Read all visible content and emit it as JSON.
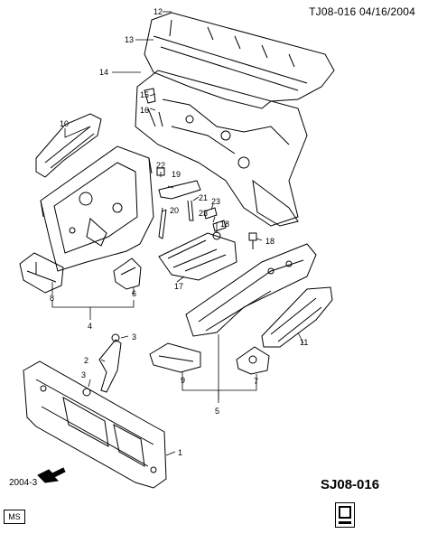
{
  "header": {
    "title": "TJ08-016  04/16/2004"
  },
  "footer": {
    "year_code": "2004-3",
    "diagram_code": "SJ08-016",
    "ms_label": "MS"
  },
  "callouts": [
    "1",
    "2",
    "3",
    "3",
    "4",
    "5",
    "6",
    "7",
    "8",
    "9",
    "10",
    "11",
    "12",
    "13",
    "14",
    "15",
    "16",
    "17",
    "18",
    "18",
    "19",
    "20",
    "21",
    "22",
    "23",
    "23"
  ]
}
